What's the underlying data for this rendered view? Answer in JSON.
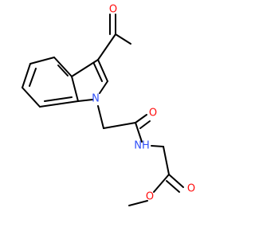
{
  "molecule": {
    "atoms": {
      "o_ketone": "O",
      "n_indole": "N",
      "o_amide": "O",
      "nh_amide": "NH",
      "o_ester_carbonyl": "O",
      "o_ester": "O"
    },
    "colors": {
      "oxygen": "#ff0d0d",
      "nitrogen": "#3050f8",
      "bond": "#000000"
    }
  }
}
